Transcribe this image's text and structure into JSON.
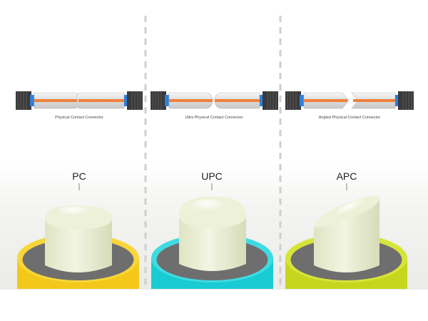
{
  "panels": [
    {
      "id": "pc",
      "caption": "Physical Contact Connector",
      "type_label": "PC",
      "endface": "flat-dome",
      "base_color": "#f3c81a"
    },
    {
      "id": "upc",
      "caption": "Ultra Physical Contact Connector",
      "type_label": "UPC",
      "endface": "rounded-dome",
      "base_color": "#19cbd3"
    },
    {
      "id": "apc",
      "caption": "Angled Physical Contact Connector",
      "type_label": "APC",
      "endface": "angled",
      "base_color": "#c6d61e"
    }
  ],
  "colors": {
    "fiber_core": "#f0803c",
    "ferrule_body": "#e4e4e4",
    "connector_cap": "#3a3a3a",
    "connector_tab": "#2f7fd6",
    "plug_body": "#e9eed4",
    "endface_disc": "#6e6e6e",
    "divider": "#cfcfcf"
  },
  "icons": [
    "fiber-connector-icon",
    "ferrule-endface-icon"
  ]
}
